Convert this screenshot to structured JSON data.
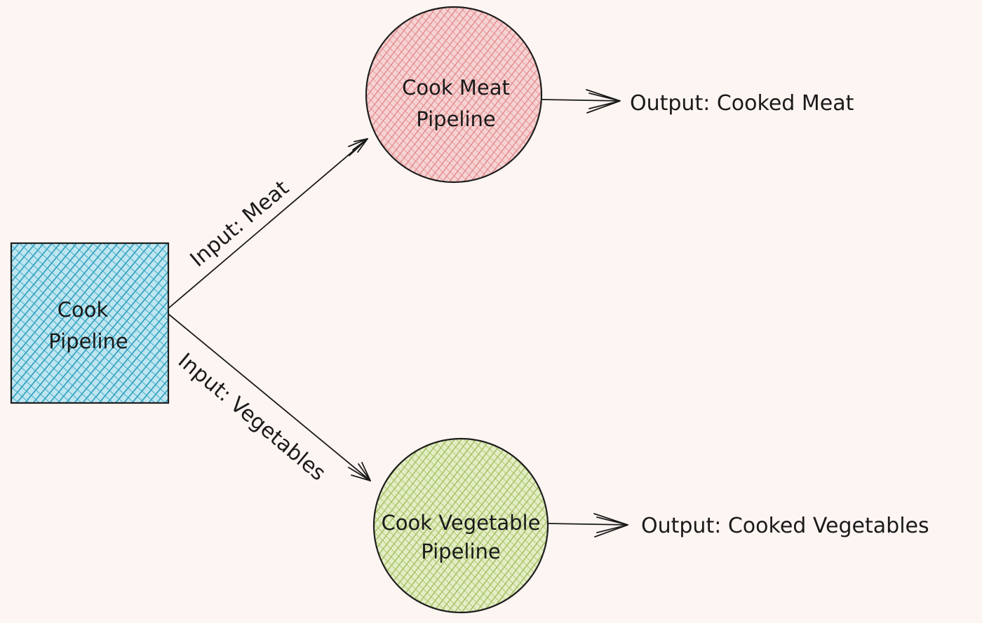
{
  "colors": {
    "background": "#fdf5f2",
    "root_fill": "#3aa8c7",
    "meat_fill": "#e8888a",
    "veg_fill": "#a3c25a",
    "ink": "#1a1a1a"
  },
  "nodes": {
    "root": {
      "line1": "Cook",
      "line2": "Pipeline"
    },
    "meat": {
      "line1": "Cook Meat",
      "line2": "Pipeline"
    },
    "veg": {
      "line1": "Cook Vegetable",
      "line2": "Pipeline"
    }
  },
  "edges": {
    "to_meat": "Input: Meat",
    "to_veg": "Input: Vegetables"
  },
  "outputs": {
    "meat": "Output: Cooked Meat",
    "veg": "Output: Cooked Vegetables"
  }
}
